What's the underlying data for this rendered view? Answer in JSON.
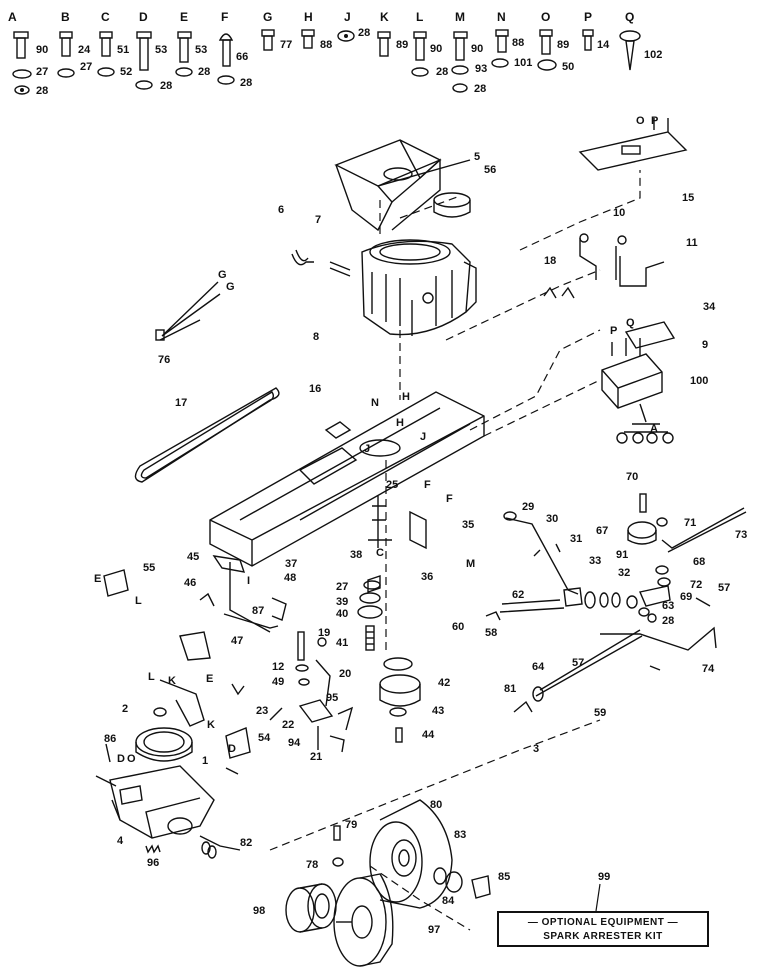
{
  "hardware_row": [
    {
      "letter": "A",
      "num": "90",
      "washer": "27",
      "nut": "28"
    },
    {
      "letter": "B",
      "num": "24",
      "washer": "27"
    },
    {
      "letter": "C",
      "num": "51",
      "washer": "52"
    },
    {
      "letter": "D",
      "num": "53",
      "nut": "28"
    },
    {
      "letter": "E",
      "num": "53",
      "nut": "28"
    },
    {
      "letter": "F",
      "num": "66",
      "nut": "28"
    },
    {
      "letter": "G",
      "num": "77"
    },
    {
      "letter": "H",
      "num": "88"
    },
    {
      "letter": "J",
      "num": "28"
    },
    {
      "letter": "K",
      "num": "89"
    },
    {
      "letter": "L",
      "num": "90",
      "nut": "28"
    },
    {
      "letter": "M",
      "num": "90",
      "washer": "93",
      "nut": "28"
    },
    {
      "letter": "N",
      "num": "88",
      "washer": "101"
    },
    {
      "letter": "O",
      "num": "89",
      "washer": "50"
    },
    {
      "letter": "P",
      "num": "14"
    },
    {
      "letter": "Q",
      "num": "102"
    }
  ],
  "callouts": [
    "5",
    "56",
    "6",
    "7",
    "8",
    "10",
    "11",
    "15",
    "16",
    "17",
    "18",
    "34",
    "9",
    "100",
    "76",
    "G",
    "G",
    "N",
    "H",
    "H",
    "J",
    "J",
    "F",
    "F",
    "25",
    "29",
    "30",
    "35",
    "37",
    "36",
    "M",
    "48",
    "45",
    "55",
    "46",
    "47",
    "87",
    "49",
    "19",
    "12",
    "20",
    "38",
    "27",
    "39",
    "40",
    "41",
    "31",
    "33",
    "32",
    "62",
    "60",
    "58",
    "42",
    "43",
    "44",
    "57",
    "74",
    "59",
    "64",
    "81",
    "3",
    "70",
    "67",
    "71",
    "91",
    "68",
    "73",
    "72",
    "69",
    "63",
    "28",
    "57",
    "2",
    "1",
    "86",
    "4",
    "96",
    "80",
    "84",
    "82",
    "83",
    "79",
    "78",
    "97",
    "98",
    "85",
    "99",
    "21",
    "22",
    "23",
    "94",
    "95",
    "54",
    "E",
    "E",
    "L",
    "L",
    "K",
    "K",
    "D",
    "D",
    "O",
    "O",
    "P",
    "P",
    "Q",
    "A",
    "C",
    "I"
  ],
  "kit": {
    "number": "99",
    "line1": "— OPTIONAL EQUIPMENT —",
    "line2": "SPARK ARRESTER KIT"
  }
}
